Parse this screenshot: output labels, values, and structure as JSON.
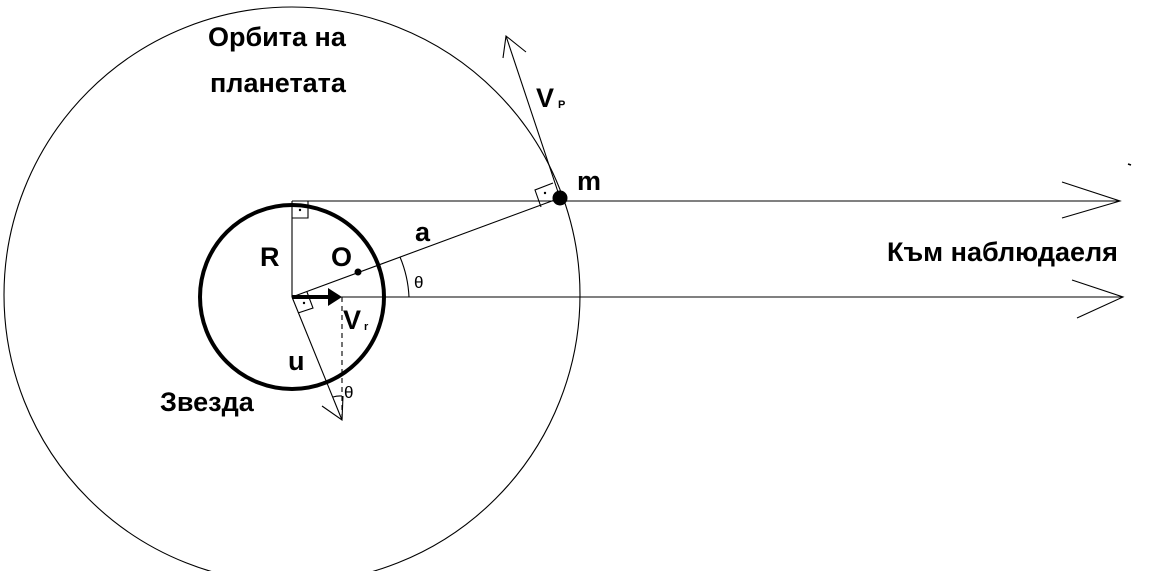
{
  "labels": {
    "orbit_line1": "Орбита на",
    "orbit_line2": "планетата",
    "star": "Звезда",
    "observer": "Към наблюдаеля",
    "planet": "m",
    "semi_major_axis": "a",
    "star_radius": "R",
    "center": "O",
    "star_velocity": "u",
    "radial_velocity_main": "V",
    "radial_velocity_sub": "r",
    "planet_velocity_main": "V",
    "planet_velocity_sub": "P",
    "angle_main": "θ",
    "angle_lower": "θ"
  },
  "colors": {
    "ink": "#000000",
    "background": "#ffffff"
  }
}
